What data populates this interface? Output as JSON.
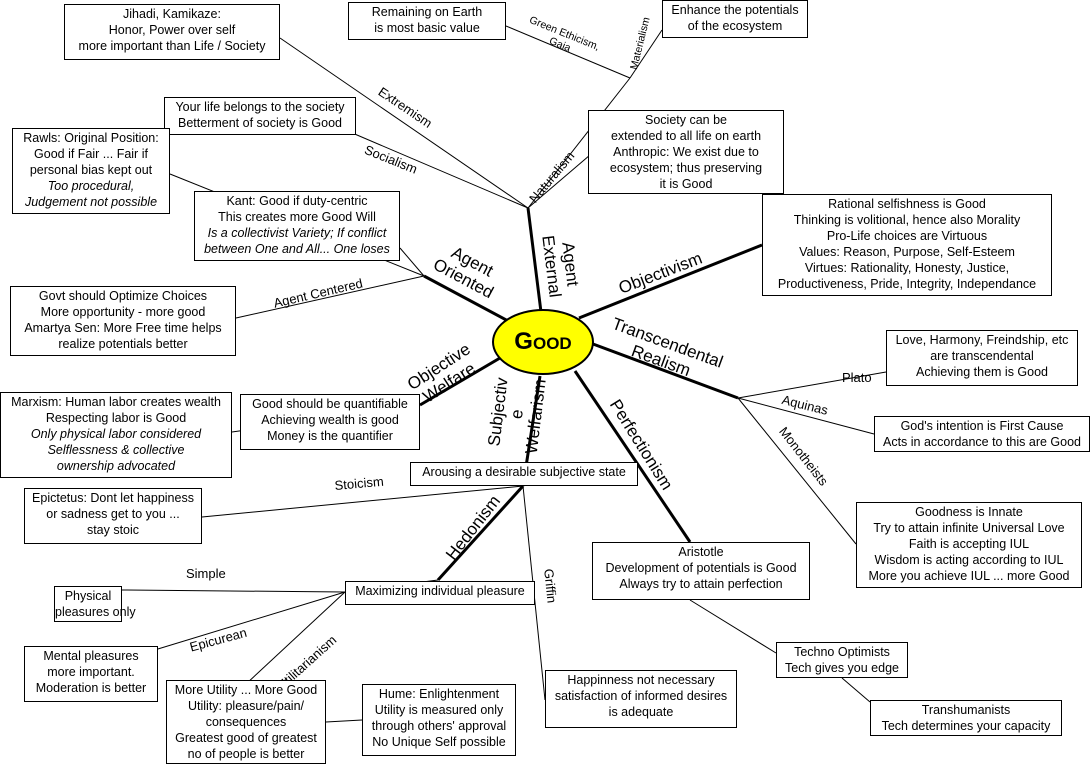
{
  "center": "Good",
  "branches": {
    "agent_external": [
      "Agent",
      "External"
    ],
    "agent_oriented": [
      "Agent",
      "Oriented"
    ],
    "objective_welfare": [
      "Objective",
      "Welfare"
    ],
    "subjective_welfarism": [
      "Subjectiv",
      "e",
      "Welfarism"
    ],
    "objectivism": "Objectivism",
    "transcendental_realism": [
      "Transcendental",
      "Realism"
    ],
    "perfectionism": "Perfectionism",
    "hedonism": "Hedonism"
  },
  "links": {
    "extremism": "Extremism",
    "socialism": "Socialism",
    "naturalism": "Naturalism",
    "green_ethicism": [
      "Green Ethicism,",
      "Gaia"
    ],
    "materialism": "Materialism",
    "agent_centered": "Agent Centered",
    "plato": "Plato",
    "aquinas": "Aquinas",
    "monotheists": "Monotheists",
    "stoicism": "Stoicism",
    "simple": "Simple",
    "epicurean": "Epicurean",
    "utilitarianism": "Utilitarianism",
    "griffin": "Griffin"
  },
  "boxes": {
    "jihadi": [
      "Jihadi, Kamikaze:",
      "Honor, Power over self",
      "more important than Life / Society"
    ],
    "remaining_earth": [
      "Remaining on Earth",
      "is most basic value"
    ],
    "enhance": [
      "Enhance the potentials",
      "of the ecosystem"
    ],
    "your_life": [
      "Your life belongs to the society",
      "Betterment of society is Good"
    ],
    "society_extended": [
      "Society can be",
      "extended to all life on earth",
      "Anthropic: We exist due to",
      "ecosystem; thus preserving",
      "it is Good"
    ],
    "rawls": [
      "Rawls: Original Position:",
      "Good if Fair ... Fair if",
      "personal bias kept out"
    ],
    "rawls_italic": [
      "Too procedural,",
      "Judgement not possible"
    ],
    "kant": [
      "Kant: Good if duty-centric",
      "This creates more Good Will"
    ],
    "kant_italic": [
      "Is a collectivist Variety; If conflict",
      "between One and All... One loses"
    ],
    "objectivism_box": [
      "Rational selfishness is Good",
      "Thinking is volitional, hence also Morality",
      "Pro-Life choices are Virtuous",
      "Values: Reason, Purpose, Self-Esteem",
      "Virtues: Rationality, Honesty, Justice,",
      "Productiveness, Pride, Integrity, Independance"
    ],
    "govt": [
      "Govt should Optimize Choices",
      "More opportunity - more good",
      "Amartya Sen: More Free time helps",
      "realize potentials better"
    ],
    "love": [
      "Love, Harmony, Freindship, etc",
      "are transcendental",
      "Achieving them is Good"
    ],
    "marxism": [
      "Marxism: Human labor creates wealth",
      "Respecting labor is Good"
    ],
    "marxism_italic": [
      "Only physical labor considered",
      "Selflessness & collective",
      "ownership advocated"
    ],
    "quantifiable": [
      "Good should be quantifiable",
      "Achieving wealth is good",
      "Money is the quantifier"
    ],
    "gods_intention": [
      "God's intention is First Cause",
      "Acts in accordance to this are Good"
    ],
    "arousing": [
      "Arousing a desirable subjective state"
    ],
    "epictetus": [
      "Epictetus: Dont let happiness",
      "or sadness get to you ...",
      "stay stoic"
    ],
    "goodness_innate": [
      "Goodness is Innate",
      "Try to attain infinite Universal Love",
      "Faith is accepting IUL",
      "Wisdom is acting according to IUL",
      "More you achieve IUL ... more Good"
    ],
    "aristotle": [
      "Aristotle",
      "Development of potentials is Good",
      "Always try to attain perfection"
    ],
    "maximizing": [
      "Maximizing individual pleasure"
    ],
    "physical": [
      "Physical",
      "pleasures only"
    ],
    "mental": [
      "Mental pleasures",
      "more important.",
      "Moderation is better"
    ],
    "techno": [
      "Techno Optimists",
      "Tech gives you edge"
    ],
    "happiness": [
      "Happinness not necessary",
      "satisfaction of informed desires",
      "is adequate"
    ],
    "more_utility": [
      "More Utility ... More Good",
      "Utility: pleasure/pain/",
      "consequences",
      "Greatest good of greatest",
      "no of people is better"
    ],
    "hume": [
      "Hume: Enlightenment",
      "Utility is measured only",
      "through others' approval",
      "No Unique Self possible"
    ],
    "transhumanists": [
      "Transhumanists",
      "Tech determines your capacity"
    ]
  }
}
